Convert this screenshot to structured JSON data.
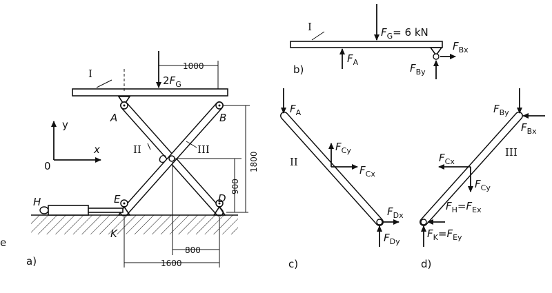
{
  "panels": {
    "a": "a)",
    "b": "b)",
    "c": "c)",
    "d": "d)"
  },
  "axes": {
    "y": "y",
    "x": "x",
    "origin": "0"
  },
  "members": {
    "I": "I",
    "II": "II",
    "III": "III"
  },
  "points": {
    "A": "A",
    "B": "B",
    "C": "C",
    "D": "D",
    "E": "E",
    "H": "H",
    "K": "K"
  },
  "dims": {
    "top": "1000",
    "height_full": "1800",
    "height_half": "900",
    "bottom_half": "800",
    "bottom_full": "1600"
  },
  "forces": {
    "load_a_coef": "2",
    "F": "F",
    "G": "G",
    "load_b_value": "= 6 kN",
    "A": "A",
    "Bx": "Bx",
    "By": "By",
    "Cx": "Cx",
    "Cy": "Cy",
    "Dx": "Dx",
    "Dy": "Dy",
    "H": "H",
    "Ex": "Ex",
    "K": "K",
    "Ey": "Ey",
    "eq": "="
  },
  "stray": {
    "e": "e"
  }
}
